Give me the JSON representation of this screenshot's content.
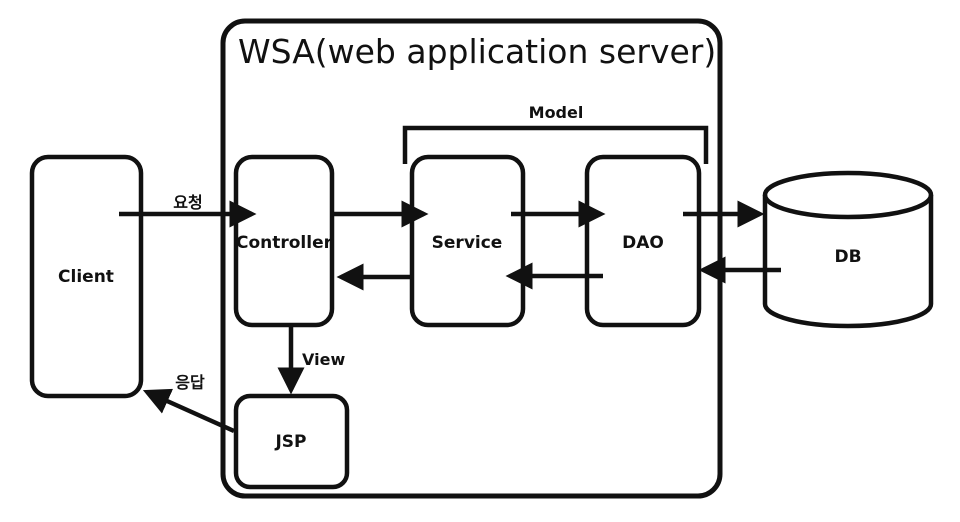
{
  "title": "WSA(web application server)",
  "model_label": "Model",
  "nodes": {
    "client": "Client",
    "controller": "Controller",
    "service": "Service",
    "dao": "DAO",
    "db": "DB",
    "jsp": "JSP"
  },
  "edges": {
    "request": "요청",
    "response": "응답",
    "view": "View"
  }
}
